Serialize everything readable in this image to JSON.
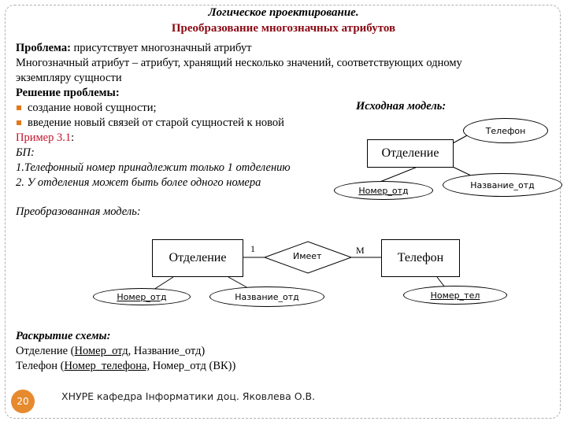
{
  "header": {
    "title": "Логическое проектирование.",
    "subtitle": "Преобразование многозначных атрибутов"
  },
  "problem": {
    "label": "Проблема:",
    "text": " присутствует многозначный атрибут",
    "definition_line1": "Многозначный атрибут – атрибут, хранящий несколько значений, соответствующих одному",
    "definition_line2": "экземпляру сущности"
  },
  "solution": {
    "label": "Решение проблемы:",
    "items": [
      "создание новой сущности;",
      "введение новый связей от старой сущностей к новой"
    ]
  },
  "example": {
    "label": "Пример 3.1",
    "colon": ":",
    "bp": "БП:",
    "line1": "1.Телефонный номер принадлежит только 1 отделению",
    "line2": "2. У отделения может быть более одного номера"
  },
  "source_model": {
    "label": "Исходная модель:",
    "entity": "Отделение",
    "attrs": {
      "phone": "Телефон",
      "name": "Название_отд",
      "number": "Номер_отд"
    }
  },
  "transformed_model": {
    "label": "Преобразованная модель:",
    "entity1": "Отделение",
    "relationship": "Имеет",
    "entity2": "Телефон",
    "card1": "1",
    "card2": "М",
    "attrs": {
      "number": "Номер_отд",
      "name": "Название_отд",
      "phone_number": "Номер_тел"
    }
  },
  "schema": {
    "label": "Раскрытие схемы:",
    "rel1_prefix": "Отделение (",
    "rel1_key": "Номер_отд",
    "rel1_rest": ", Название_отд)",
    "rel2_prefix": "Телефон (",
    "rel2_key": "Номер_телефона,",
    "rel2_rest": " Номер_отд (ВК))"
  },
  "footer": {
    "page": "20",
    "text": "ХНУРЕ кафедра Інформатики доц. Яковлева О.В."
  },
  "colors": {
    "title_red": "#8b0a14",
    "accent_red": "#c0142a",
    "bullet_orange": "#e07a1a",
    "page_circle": "#e68a2e"
  }
}
